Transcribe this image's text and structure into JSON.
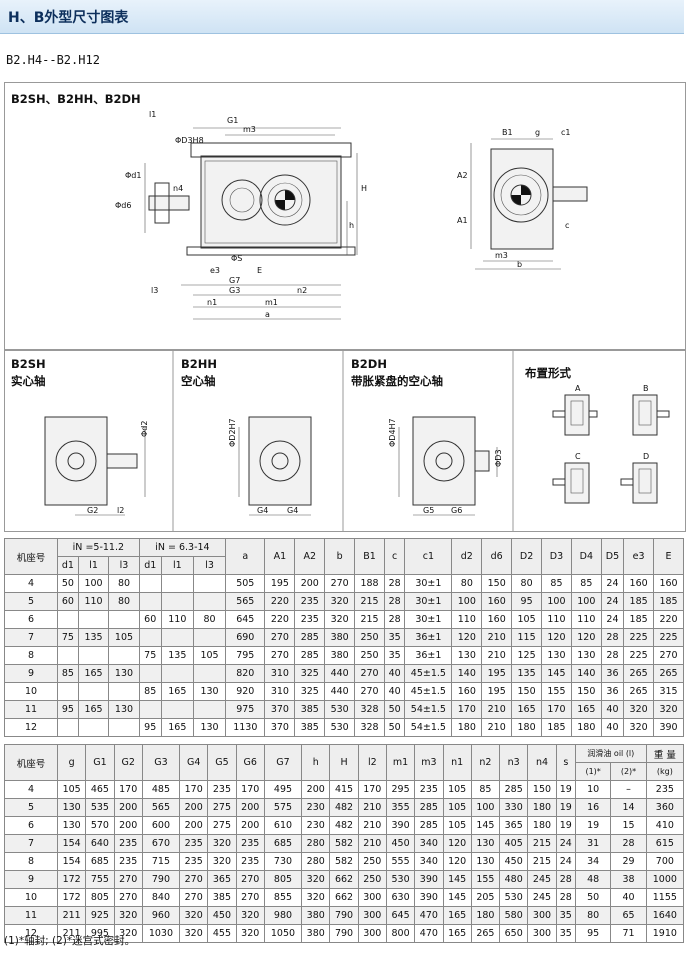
{
  "header": {
    "title": "H、B外型尺寸图表"
  },
  "subtitle": "B2.H4--B2.H12",
  "drawing": {
    "title": "B2SH、B2HH、B2DH",
    "labels": {
      "l1": "l1",
      "G1": "G1",
      "m3": "m3",
      "phiD3H8": "ΦD3H8",
      "phid1": "Φd1",
      "phid6": "Φd6",
      "n4": "n4",
      "H": "H",
      "h": "h",
      "e3": "e3",
      "phiS": "ΦS",
      "E": "E",
      "G7": "G7",
      "l3": "l3",
      "G3": "G3",
      "n2": "n2",
      "n1": "n1",
      "m1": "m1",
      "a": "a",
      "B1": "B1",
      "g": "g",
      "c1": "c1",
      "A2": "A2",
      "A1": "A1",
      "c": "c",
      "m3r": "m3",
      "b": "b"
    }
  },
  "panels": [
    {
      "title": "B2SH",
      "subtitle": "实心轴",
      "labels": [
        "Φd2",
        "G2",
        "l2"
      ]
    },
    {
      "title": "B2HH",
      "subtitle": "空心轴",
      "labels": [
        "ΦD2H7",
        "G4",
        "G4"
      ]
    },
    {
      "title": "B2DH",
      "subtitle": "带胀紧盘的空心轴",
      "labels": [
        "ΦD4H7",
        "ΦD3",
        "G5",
        "G6"
      ]
    }
  ],
  "layout": {
    "title": "布置形式",
    "items": [
      "A",
      "B",
      "C",
      "D"
    ]
  },
  "table1": {
    "header_rowlabel": "机座号",
    "group1": "iN =5-11.2",
    "group2": "iN = 6.3-14",
    "sub": [
      "d1",
      "l1",
      "l3",
      "d1",
      "l1",
      "l3"
    ],
    "cols": [
      "a",
      "A1",
      "A2",
      "b",
      "B1",
      "c",
      "c1",
      "d2",
      "d6",
      "D2",
      "D3",
      "D4",
      "D5",
      "e3",
      "E"
    ],
    "rows": [
      [
        "4",
        "50",
        "100",
        "80",
        "",
        "",
        "",
        "505",
        "195",
        "200",
        "270",
        "188",
        "28",
        "30±1",
        "80",
        "150",
        "80",
        "85",
        "85",
        "24",
        "160",
        "160"
      ],
      [
        "5",
        "60",
        "110",
        "80",
        "",
        "",
        "",
        "565",
        "220",
        "235",
        "320",
        "215",
        "28",
        "30±1",
        "100",
        "160",
        "95",
        "100",
        "100",
        "24",
        "185",
        "185"
      ],
      [
        "6",
        "",
        "",
        "",
        "60",
        "110",
        "80",
        "645",
        "220",
        "235",
        "320",
        "215",
        "28",
        "30±1",
        "110",
        "160",
        "105",
        "110",
        "110",
        "24",
        "185",
        "220"
      ],
      [
        "7",
        "75",
        "135",
        "105",
        "",
        "",
        "",
        "690",
        "270",
        "285",
        "380",
        "250",
        "35",
        "36±1",
        "120",
        "210",
        "115",
        "120",
        "120",
        "28",
        "225",
        "225"
      ],
      [
        "8",
        "",
        "",
        "",
        "75",
        "135",
        "105",
        "795",
        "270",
        "285",
        "380",
        "250",
        "35",
        "36±1",
        "130",
        "210",
        "125",
        "130",
        "130",
        "28",
        "225",
        "270"
      ],
      [
        "9",
        "85",
        "165",
        "130",
        "",
        "",
        "",
        "820",
        "310",
        "325",
        "440",
        "270",
        "40",
        "45±1.5",
        "140",
        "195",
        "135",
        "145",
        "140",
        "36",
        "265",
        "265"
      ],
      [
        "10",
        "",
        "",
        "",
        "85",
        "165",
        "130",
        "920",
        "310",
        "325",
        "440",
        "270",
        "40",
        "45±1.5",
        "160",
        "195",
        "150",
        "155",
        "150",
        "36",
        "265",
        "315"
      ],
      [
        "11",
        "95",
        "165",
        "130",
        "",
        "",
        "",
        "975",
        "370",
        "385",
        "530",
        "328",
        "50",
        "54±1.5",
        "170",
        "210",
        "165",
        "170",
        "165",
        "40",
        "320",
        "320"
      ],
      [
        "12",
        "",
        "",
        "",
        "95",
        "165",
        "130",
        "1130",
        "370",
        "385",
        "530",
        "328",
        "50",
        "54±1.5",
        "180",
        "210",
        "180",
        "185",
        "180",
        "40",
        "320",
        "390"
      ]
    ]
  },
  "table2": {
    "header_rowlabel": "机座号",
    "cols": [
      "g",
      "G1",
      "G2",
      "G3",
      "G4",
      "G5",
      "G6",
      "G7",
      "h",
      "H",
      "l2",
      "m1",
      "m3",
      "n1",
      "n2",
      "n3",
      "n4",
      "s"
    ],
    "oil_title": "润滑油 oil (l)",
    "oil_sub": [
      "(1)*",
      "(2)*"
    ],
    "weight_title": "重 量",
    "weight_unit": "(kg)",
    "rows": [
      [
        "4",
        "105",
        "465",
        "170",
        "485",
        "170",
        "235",
        "170",
        "495",
        "200",
        "415",
        "170",
        "295",
        "235",
        "105",
        "85",
        "285",
        "150",
        "19",
        "10",
        "–",
        "235"
      ],
      [
        "5",
        "130",
        "535",
        "200",
        "565",
        "200",
        "275",
        "200",
        "575",
        "230",
        "482",
        "210",
        "355",
        "285",
        "105",
        "100",
        "330",
        "180",
        "19",
        "16",
        "14",
        "360"
      ],
      [
        "6",
        "130",
        "570",
        "200",
        "600",
        "200",
        "275",
        "200",
        "610",
        "230",
        "482",
        "210",
        "390",
        "285",
        "105",
        "145",
        "365",
        "180",
        "19",
        "19",
        "15",
        "410"
      ],
      [
        "7",
        "154",
        "640",
        "235",
        "670",
        "235",
        "320",
        "235",
        "685",
        "280",
        "582",
        "210",
        "450",
        "340",
        "120",
        "130",
        "405",
        "215",
        "24",
        "31",
        "28",
        "615"
      ],
      [
        "8",
        "154",
        "685",
        "235",
        "715",
        "235",
        "320",
        "235",
        "730",
        "280",
        "582",
        "250",
        "555",
        "340",
        "120",
        "130",
        "450",
        "215",
        "24",
        "34",
        "29",
        "700"
      ],
      [
        "9",
        "172",
        "755",
        "270",
        "790",
        "270",
        "365",
        "270",
        "805",
        "320",
        "662",
        "250",
        "530",
        "390",
        "145",
        "155",
        "480",
        "245",
        "28",
        "48",
        "38",
        "1000"
      ],
      [
        "10",
        "172",
        "805",
        "270",
        "840",
        "270",
        "385",
        "270",
        "855",
        "320",
        "662",
        "300",
        "630",
        "390",
        "145",
        "205",
        "530",
        "245",
        "28",
        "50",
        "40",
        "1155"
      ],
      [
        "11",
        "211",
        "925",
        "320",
        "960",
        "320",
        "450",
        "320",
        "980",
        "380",
        "790",
        "300",
        "645",
        "470",
        "165",
        "180",
        "580",
        "300",
        "35",
        "80",
        "65",
        "1640"
      ],
      [
        "12",
        "211",
        "995",
        "320",
        "1030",
        "320",
        "455",
        "320",
        "1050",
        "380",
        "790",
        "300",
        "800",
        "470",
        "165",
        "265",
        "650",
        "300",
        "35",
        "95",
        "71",
        "1910"
      ]
    ]
  },
  "footnote": "(1)*轴封; (2)*迷宫式密封。"
}
